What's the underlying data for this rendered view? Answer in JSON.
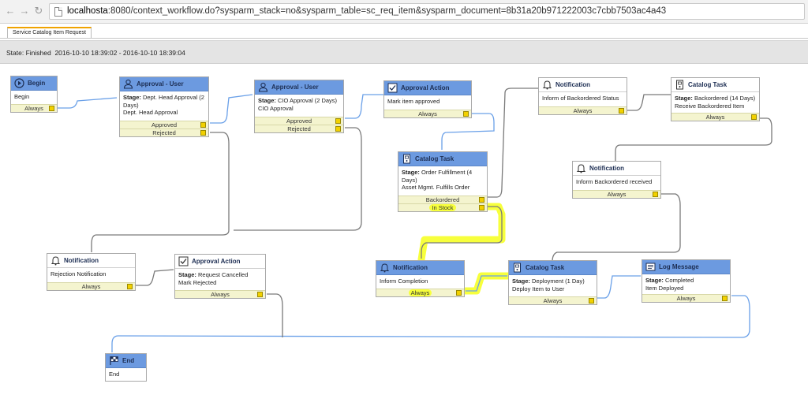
{
  "browser": {
    "url_host": "localhosta",
    "url_rest": ":8080/context_workflow.do?sysparm_stack=no&sysparm_table=sc_req_item&sysparm_document=8b31a20b971222003c7cbb7503ac4a43"
  },
  "tab": {
    "label": "Service Catalog Item Request"
  },
  "state": {
    "label": "State: Finished",
    "range": "2016-10-10 18:39:02 - 2016-10-10 18:39:04"
  },
  "nodes": {
    "begin": {
      "title": "Begin",
      "icon": "play-icon",
      "text": "Begin",
      "exits": [
        "Always"
      ]
    },
    "approval_user_1": {
      "title": "Approval - User",
      "icon": "user-icon",
      "stage_label": "Stage:",
      "stage": "Dept. Head Approval (2 Days)",
      "text": "Dept. Head Approval",
      "exits": [
        "Approved",
        "Rejected"
      ]
    },
    "approval_user_2": {
      "title": "Approval - User",
      "icon": "user-icon",
      "stage_label": "Stage:",
      "stage": "CIO Approval (2 Days)",
      "text": "CIO Approval",
      "exits": [
        "Approved",
        "Rejected"
      ]
    },
    "approval_action_1": {
      "title": "Approval Action",
      "icon": "check-icon",
      "text": "Mark item approved",
      "exits": [
        "Always"
      ]
    },
    "catalog_task_1": {
      "title": "Catalog Task",
      "icon": "task-icon",
      "stage_label": "Stage:",
      "stage": "Order Fulfillment (4 Days)",
      "text": "Asset Mgmt. Fulfills Order",
      "exits": [
        "Backordered",
        "In Stock"
      ]
    },
    "notification_1": {
      "title": "Notification",
      "icon": "bell-icon",
      "text": "Inform of Backordered Status",
      "exits": [
        "Always"
      ]
    },
    "catalog_task_2": {
      "title": "Catalog Task",
      "icon": "task-icon",
      "stage_label": "Stage:",
      "stage": "Backordered (14 Days)",
      "text": "Receive Backordered Item",
      "exits": [
        "Always"
      ]
    },
    "notification_2": {
      "title": "Notification",
      "icon": "bell-icon",
      "text": "Inform Backordered received",
      "exits": [
        "Always"
      ]
    },
    "notification_rej": {
      "title": "Notification",
      "icon": "bell-icon",
      "text": "Rejection Notification",
      "exits": [
        "Always"
      ]
    },
    "approval_action_2": {
      "title": "Approval Action",
      "icon": "check-icon",
      "stage_label": "Stage:",
      "stage": "Request Cancelled",
      "text": "Mark Rejected",
      "exits": [
        "Always"
      ]
    },
    "notification_3": {
      "title": "Notification",
      "icon": "bell-icon",
      "text": "Inform Completion",
      "exits": [
        "Always"
      ]
    },
    "catalog_task_3": {
      "title": "Catalog Task",
      "icon": "task-icon",
      "stage_label": "Stage:",
      "stage": "Deployment (1 Day)",
      "text": "Deploy Item to User",
      "exits": [
        "Always"
      ]
    },
    "log_message": {
      "title": "Log Message",
      "icon": "log-icon",
      "stage_label": "Stage:",
      "stage": "Completed",
      "text": "Item Deployed",
      "exits": [
        "Always"
      ]
    },
    "end": {
      "title": "End",
      "icon": "flag-icon",
      "text": "End",
      "exits": []
    }
  },
  "colors": {
    "header_active": "#6c9ae0",
    "header_inactive": "#ffffff",
    "exit_bg": "#f4f4cf",
    "highlight": "#f7ff3c",
    "link_blue": "#6aa0e8",
    "link_gray": "#7a7a7a"
  }
}
